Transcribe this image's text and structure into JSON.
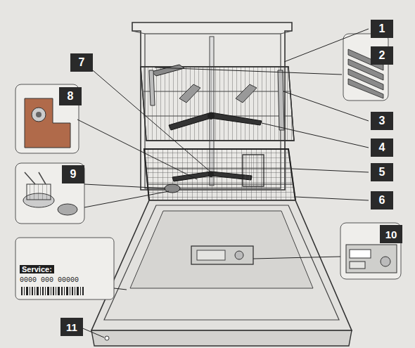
{
  "diagram": {
    "labels": [
      "1",
      "2",
      "7",
      "8",
      "3",
      "4",
      "9",
      "5",
      "6",
      "10",
      "Service:",
      "0000 000 00000",
      "11"
    ]
  }
}
